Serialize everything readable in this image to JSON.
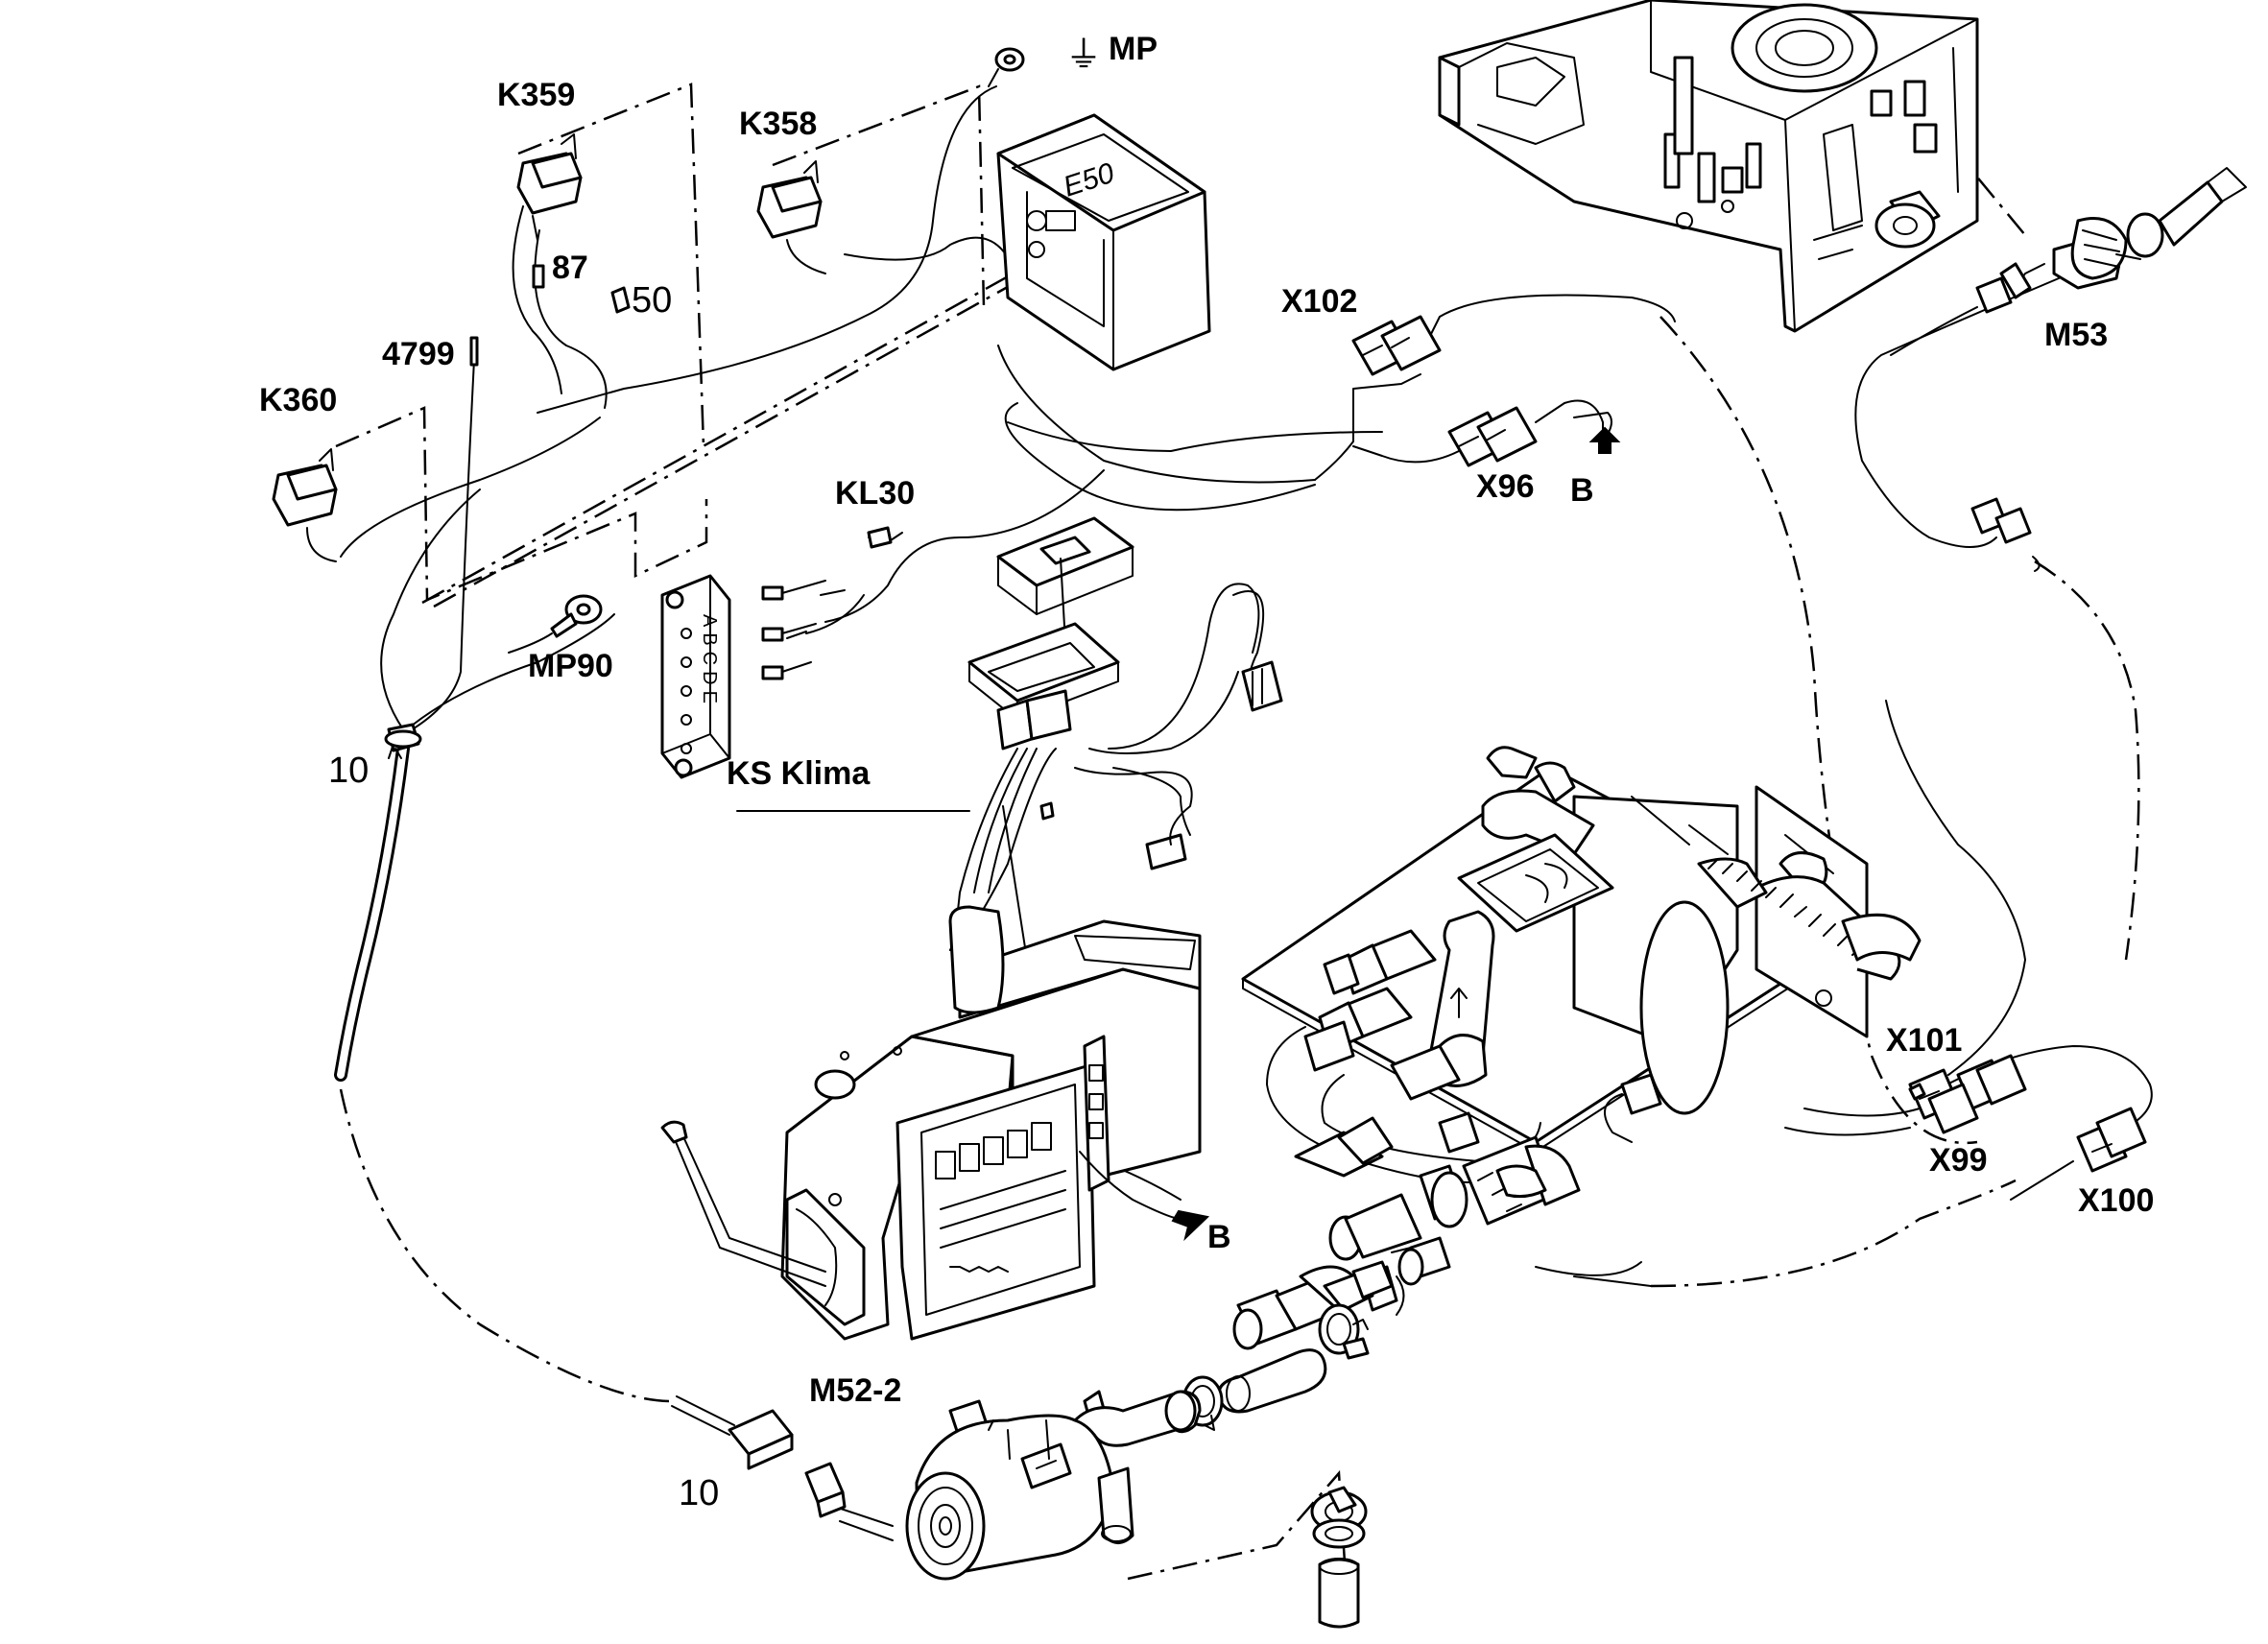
{
  "labels": {
    "k359": "K359",
    "k358": "K358",
    "k360": "K360",
    "mp": "MP",
    "mp_ground_symbol": "⏚",
    "e50": "E50",
    "pin_87": "87",
    "pin_50": "50",
    "part_4799": "4799",
    "x102": "X102",
    "x96": "X96",
    "b_top": "B",
    "m53": "M53",
    "kl30": "KL30",
    "mp90": "MP90",
    "ten_left": "10",
    "ks_klima": "KS Klima",
    "connector_pins": "ABCDE",
    "x101": "X101",
    "x99": "X99",
    "x100": "X100",
    "b_mid": "B",
    "m52_2": "M52-2",
    "ten_bottom": "10"
  }
}
